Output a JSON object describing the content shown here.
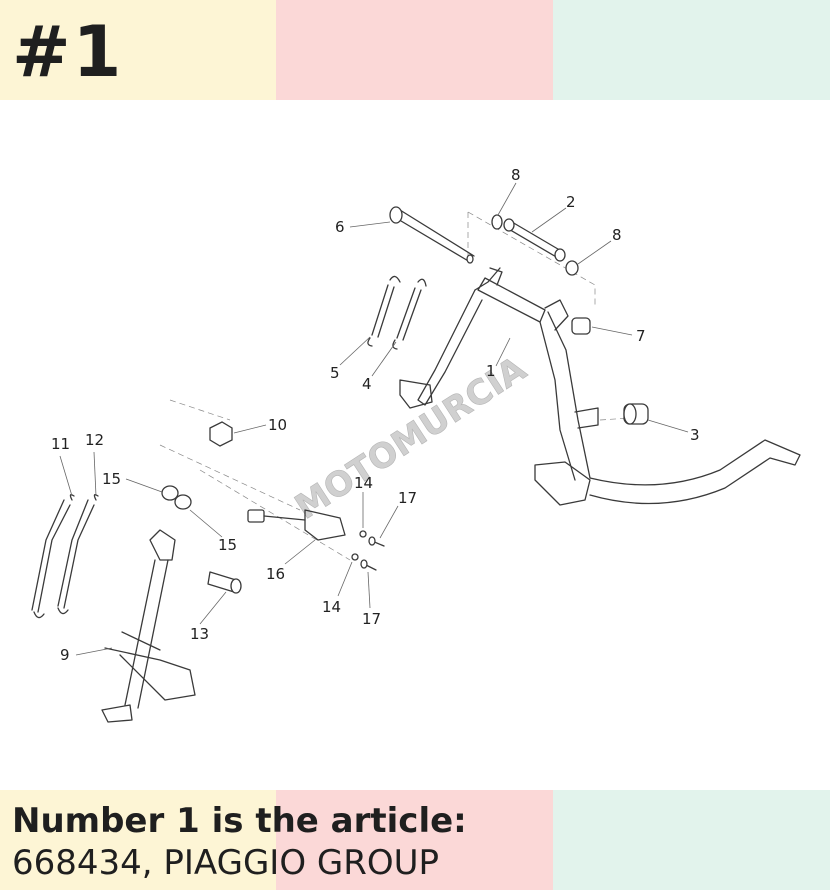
{
  "header": {
    "badge": "#1"
  },
  "caption": {
    "line1": "Number 1 is the article:",
    "line2": "668434, PIAGGIO GROUP"
  },
  "watermark": "MOTOMURCIA",
  "colors": {
    "band_yellow": "#fdf5d5",
    "band_pink": "#fbd8d7",
    "band_mint": "#e2f3ec"
  },
  "callouts": [
    "1",
    "2",
    "3",
    "4",
    "5",
    "6",
    "7",
    "8",
    "8",
    "9",
    "10",
    "11",
    "12",
    "13",
    "14",
    "14",
    "15",
    "15",
    "16",
    "17",
    "17"
  ]
}
